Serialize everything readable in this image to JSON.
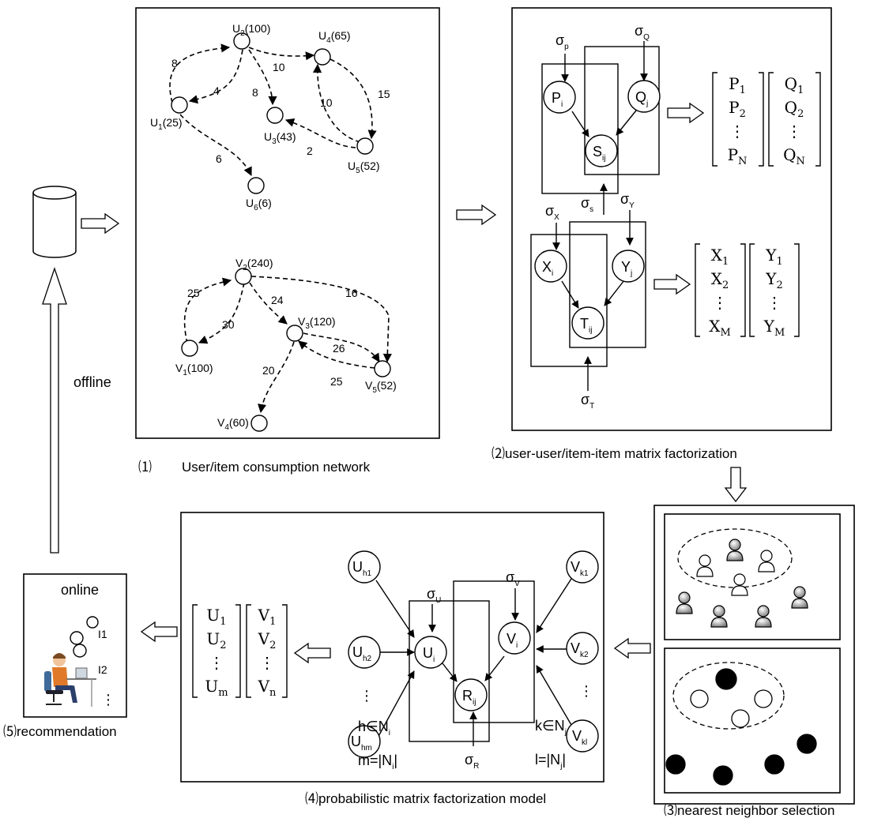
{
  "panels": {
    "network_caption_num": "⑴",
    "network_caption": "User/item consumption network",
    "mf_caption": "⑵user-user/item-item matrix factorization",
    "nn_caption": "⑶nearest neighbor selection",
    "pmf_caption": "⑷probabilistic matrix factorization model",
    "rec_caption": "⑸recommendation"
  },
  "labels": {
    "offline": "offline",
    "online": "online",
    "item1": "I1",
    "item2": "I2",
    "dots": "⋮"
  },
  "user_network": {
    "nodes": {
      "U2": {
        "name": "U",
        "sub": "2",
        "weight": "(100)"
      },
      "U4": {
        "name": "U",
        "sub": "4",
        "weight": "(65)"
      },
      "U1": {
        "name": "U",
        "sub": "1",
        "weight": "(25)"
      },
      "U3": {
        "name": "U",
        "sub": "3",
        "weight": "(43)"
      },
      "U5": {
        "name": "U",
        "sub": "5",
        "weight": "(52)"
      },
      "U6": {
        "name": "U",
        "sub": "6",
        "weight": "(6)"
      }
    },
    "edge_weights": {
      "u1_u2": "8",
      "u2_u1": "4",
      "u2_u4": "10",
      "u2_u3": "8",
      "u5_u4": "10",
      "u4_u5": "15",
      "u5_u3": "2",
      "u1_u6": "6"
    }
  },
  "item_network": {
    "nodes": {
      "V2": {
        "name": "V",
        "sub": "2",
        "weight": "(240)"
      },
      "V1": {
        "name": "V",
        "sub": "1",
        "weight": "(100)"
      },
      "V3": {
        "name": "V",
        "sub": "3",
        "weight": "(120)"
      },
      "V5": {
        "name": "V",
        "sub": "5",
        "weight": "(52)"
      },
      "V4": {
        "name": "V",
        "sub": "4",
        "weight": "(60)"
      }
    },
    "edge_weights": {
      "v1_v2": "25",
      "v2_v1": "30",
      "v2_v3": "24",
      "v2_v5": "16",
      "v3_v5": "26",
      "v5_v3": "25",
      "v3_v4": "20"
    }
  },
  "mf_model": {
    "sigma": "σ",
    "sigma_p": "p",
    "sigma_q": "Q",
    "sigma_s": "s",
    "sigma_x": "X",
    "sigma_y": "Y",
    "sigma_t": "T",
    "P": "P",
    "Q": "Q",
    "S": "S",
    "X": "X",
    "Y": "Y",
    "T": "T",
    "i": "i",
    "j": "j",
    "ij": "ij",
    "matrices": {
      "P": {
        "rows": [
          [
            "P",
            "1"
          ],
          [
            "P",
            "2"
          ],
          [
            "⋮",
            ""
          ],
          [
            "P",
            "N"
          ]
        ]
      },
      "Q": {
        "rows": [
          [
            "Q",
            "1"
          ],
          [
            "Q",
            "2"
          ],
          [
            "⋮",
            ""
          ],
          [
            "Q",
            "N"
          ]
        ]
      },
      "X": {
        "rows": [
          [
            "X",
            "1"
          ],
          [
            "X",
            "2"
          ],
          [
            "⋮",
            ""
          ],
          [
            "X",
            "M"
          ]
        ]
      },
      "Y": {
        "rows": [
          [
            "Y",
            "1"
          ],
          [
            "Y",
            "2"
          ],
          [
            "⋮",
            ""
          ],
          [
            "Y",
            "M"
          ]
        ]
      }
    }
  },
  "pmf_model": {
    "sigma_u": "U",
    "sigma_v": "V",
    "sigma_r": "R",
    "U": "U",
    "V": "V",
    "R": "R",
    "neighbors_u": [
      [
        "U",
        "h1"
      ],
      [
        "U",
        "h2"
      ],
      [
        "U",
        "hm"
      ]
    ],
    "neighbors_v": [
      [
        "V",
        "k1"
      ],
      [
        "V",
        "k2"
      ],
      [
        "V",
        "kl"
      ]
    ],
    "h_in": "h∈N",
    "h_in_sub": "i",
    "m_eq": "m=|N",
    "m_eq_sub": "i",
    "m_eq_end": "|",
    "k_in": "k∈N",
    "k_in_sub": "j",
    "l_eq": "l=|N",
    "l_eq_sub": "j",
    "l_eq_end": "|",
    "matrices": {
      "U": {
        "rows": [
          [
            "U",
            "1"
          ],
          [
            "U",
            "2"
          ],
          [
            "⋮",
            ""
          ],
          [
            "U",
            "m"
          ]
        ]
      },
      "V": {
        "rows": [
          [
            "V",
            "1"
          ],
          [
            "V",
            "2"
          ],
          [
            "⋮",
            ""
          ],
          [
            "V",
            "n"
          ]
        ]
      }
    }
  }
}
